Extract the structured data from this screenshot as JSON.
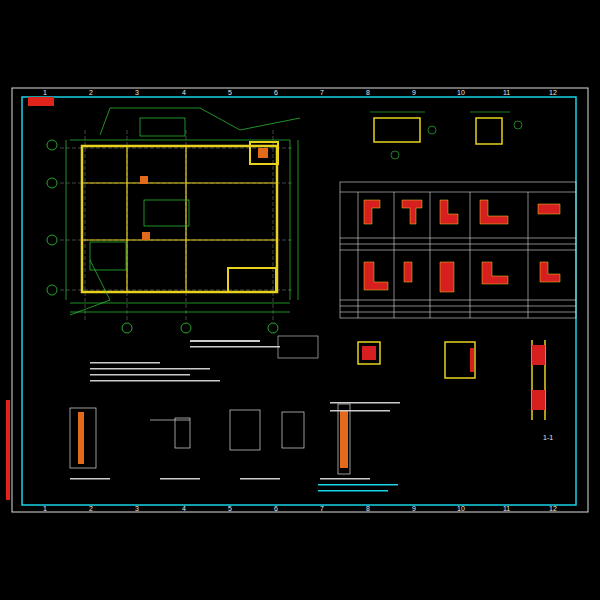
{
  "diagram": {
    "labels": [
      "1",
      "2",
      "3",
      "4",
      "5",
      "6",
      "7",
      "8",
      "9",
      "10",
      "11",
      "12",
      "1",
      "2",
      "3",
      "4",
      "5",
      "6",
      "7",
      "8",
      "9",
      "10",
      "11",
      "12",
      "1-1"
    ]
  }
}
